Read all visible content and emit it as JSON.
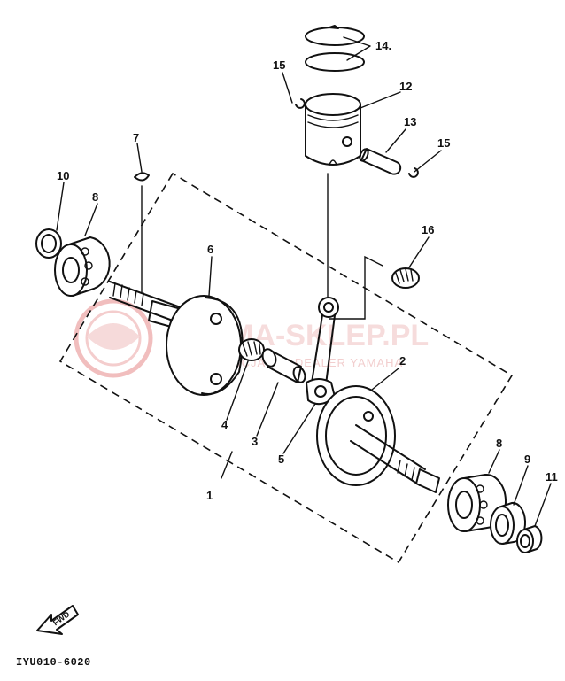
{
  "watermark": {
    "text": "YAMA-SKLEP.PL",
    "subtext": "OFICJALNY DEALER YAMAHA",
    "color": "#e8a0a0"
  },
  "callouts": {
    "c1": "1",
    "c2": "2",
    "c3": "3",
    "c4": "4",
    "c5": "5",
    "c6": "6",
    "c7": "7",
    "c8a": "8",
    "c8b": "8",
    "c9": "9",
    "c10": "10",
    "c11": "11",
    "c12": "12",
    "c13": "13",
    "c14": "14.",
    "c15a": "15",
    "c15b": "15",
    "c16": "16"
  },
  "fwd_label": "FWD",
  "figure_code": "IYU010-6020"
}
